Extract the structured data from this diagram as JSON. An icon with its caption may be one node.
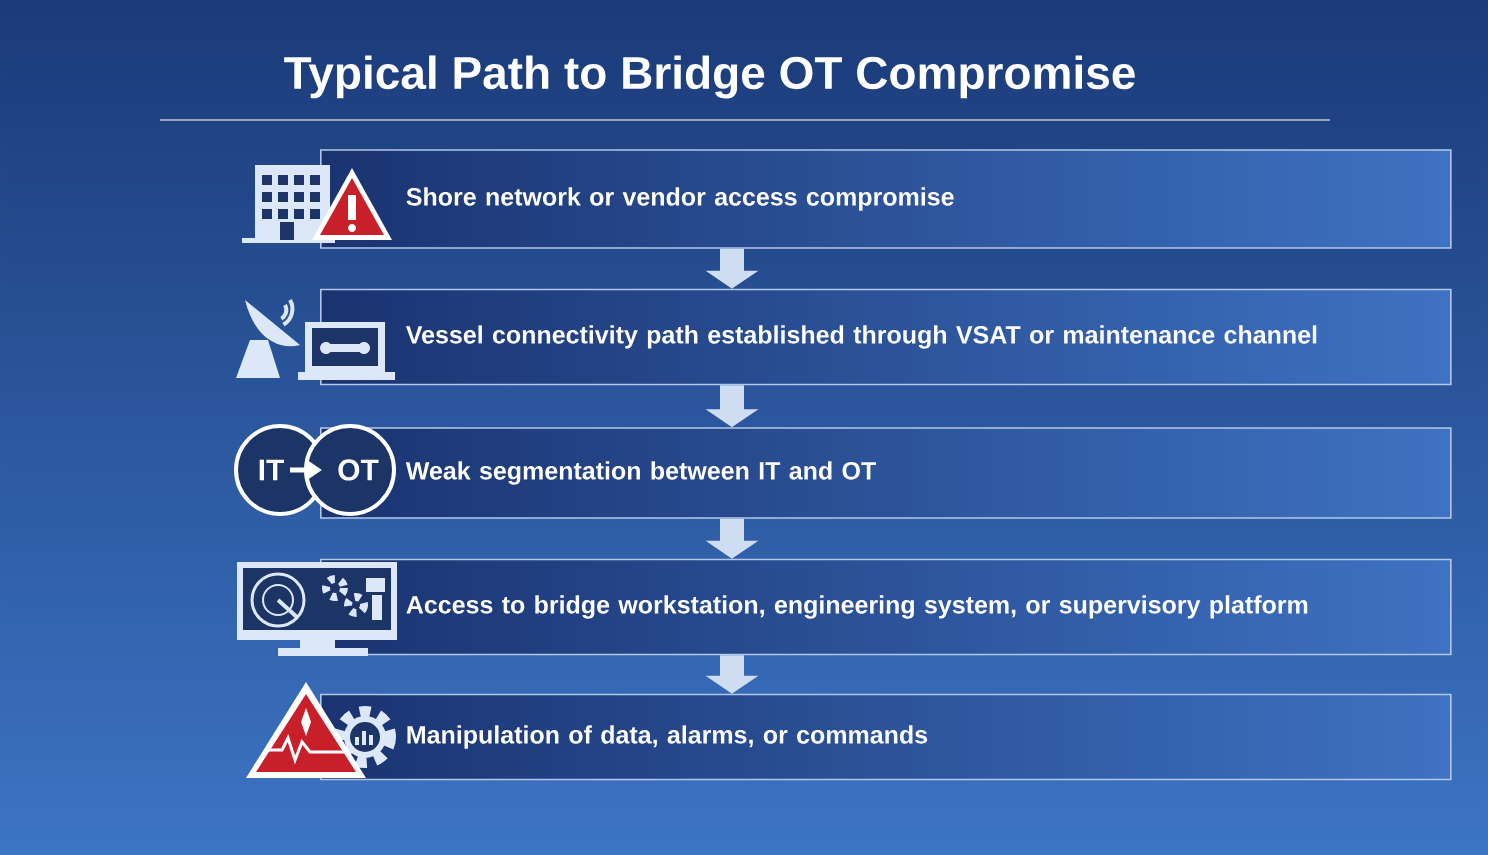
{
  "diagram": {
    "title": "Typical Path to Bridge OT Compromise",
    "nodes": [
      {
        "text": [
          "Shore network or vendor access compromise"
        ]
      },
      {
        "text": [
          "Vessel connectivity path established through VSAT or maintenance channel"
        ]
      },
      {
        "text": [
          "Weak segmentation between IT and OT"
        ]
      },
      {
        "text": [
          "Access to bridge workstation, engineering system, or supervisory platform"
        ]
      },
      {
        "text": [
          "Manipulation of data, alarms, or commands"
        ]
      }
    ],
    "edges": [
      {
        "from": 0,
        "to": 1,
        "arrow": "to"
      },
      {
        "from": 1,
        "to": 2,
        "arrow": "to"
      },
      {
        "from": 2,
        "to": 3,
        "arrow": "to"
      },
      {
        "from": 3,
        "to": 4,
        "arrow": "to"
      }
    ],
    "labels": [
      "IT",
      "OT"
    ]
  }
}
